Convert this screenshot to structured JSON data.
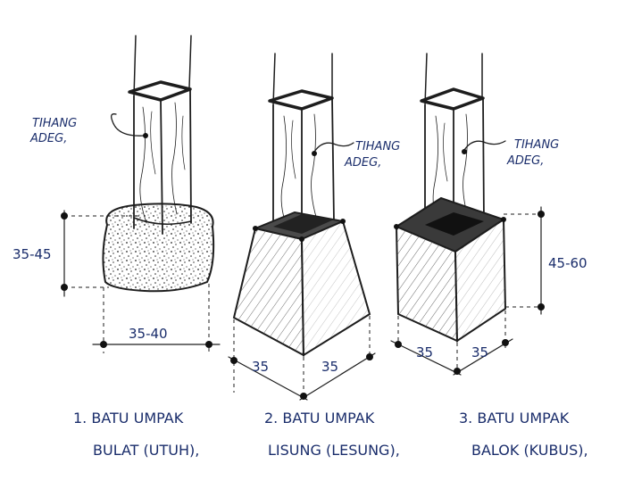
{
  "items": [
    {
      "post_label": "TIHANG\nADEG,",
      "caption_line1": "1. BATU UMPAK",
      "caption_line2": "BULAT (UTUH),",
      "dim_height": "35-45",
      "dim_width": "35-40"
    },
    {
      "post_label": "TIHANG\nADEG,",
      "caption_line1": "2. BATU UMPAK",
      "caption_line2": "LISUNG (LESUNG),",
      "dim_left": "35",
      "dim_right": "35"
    },
    {
      "post_label": "TIHANG\nADEG,",
      "caption_line1": "3. BATU UMPAK",
      "caption_line2": "BALOK (KUBUS),",
      "dim_height": "45-60",
      "dim_left": "35",
      "dim_right": "35"
    }
  ],
  "colors": {
    "ink": "#1d1d1d",
    "label": "#1a2d6b"
  }
}
